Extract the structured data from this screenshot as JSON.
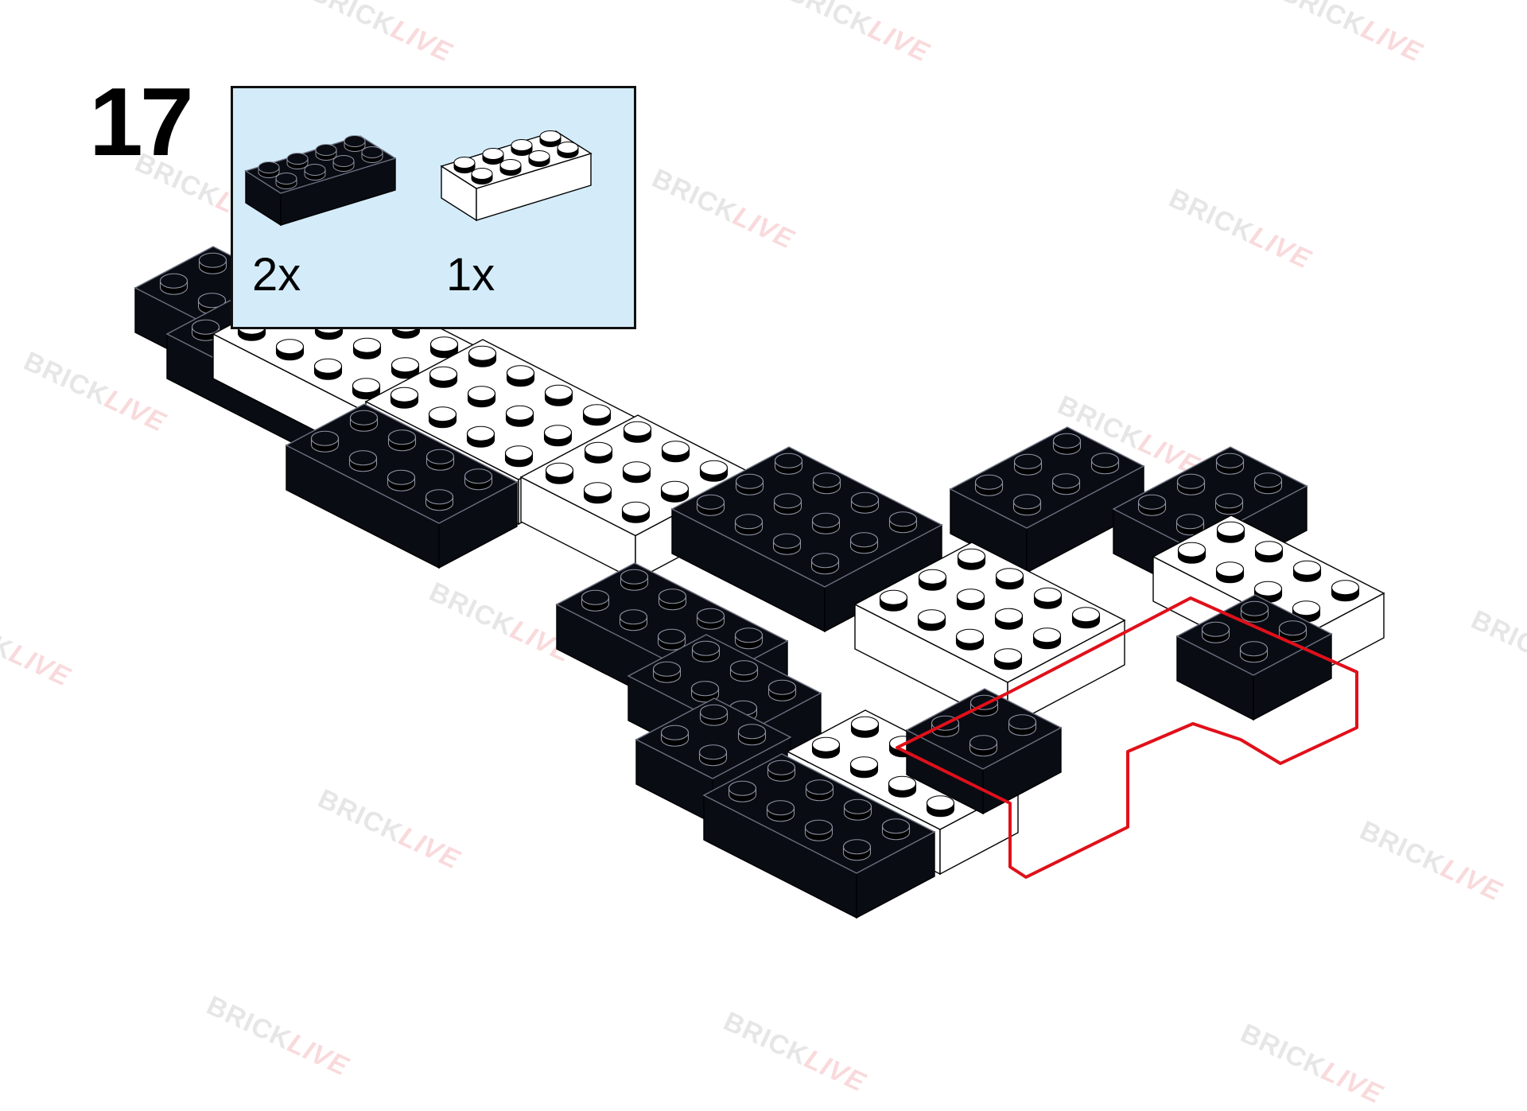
{
  "step": {
    "number": "17"
  },
  "parts_list": {
    "items": [
      {
        "color": "#0a0c14",
        "shape": "brick-2x4",
        "quantity": "2x"
      },
      {
        "color": "#ffffff",
        "shape": "brick-2x4",
        "quantity": "1x"
      }
    ]
  },
  "watermark": {
    "part_a": "BRICK",
    "part_b": "LIVE"
  },
  "colors": {
    "black_brick": "#0a0c14",
    "white_brick": "#ffffff",
    "highlight": "#e0101a",
    "parts_background": "#d4ecfa"
  }
}
